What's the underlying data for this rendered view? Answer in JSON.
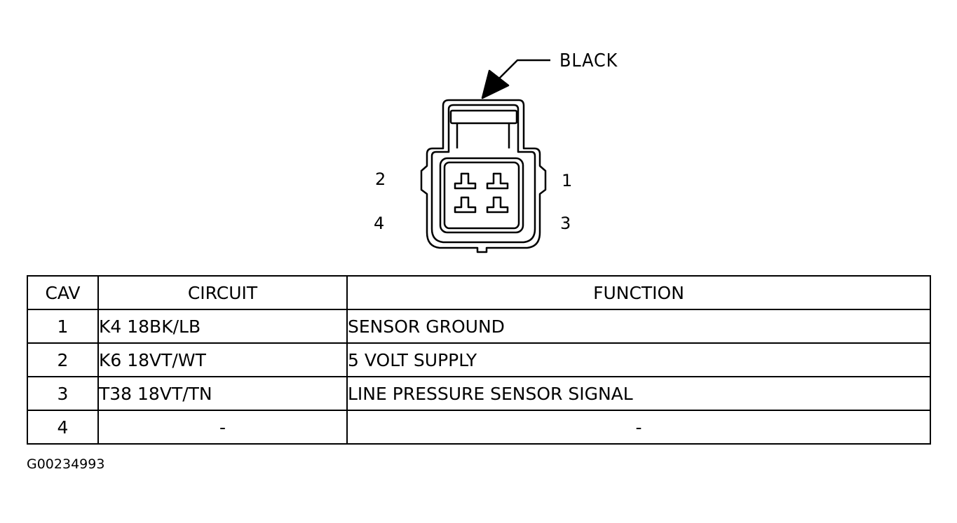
{
  "connector": {
    "color_label": "BLACK",
    "pin_labels": [
      "1",
      "2",
      "3",
      "4"
    ]
  },
  "table": {
    "headers": [
      "CAV",
      "CIRCUIT",
      "FUNCTION"
    ],
    "rows": [
      {
        "cav": "1",
        "circuit": "K4 18BK/LB",
        "function": "SENSOR GROUND"
      },
      {
        "cav": "2",
        "circuit": "K6 18VT/WT",
        "function": "5 VOLT SUPPLY"
      },
      {
        "cav": "3",
        "circuit": "T38 18VT/TN",
        "function": "LINE PRESSURE SENSOR SIGNAL"
      },
      {
        "cav": "4",
        "circuit": "-",
        "function": "-"
      }
    ]
  },
  "figure_id": "G00234993"
}
